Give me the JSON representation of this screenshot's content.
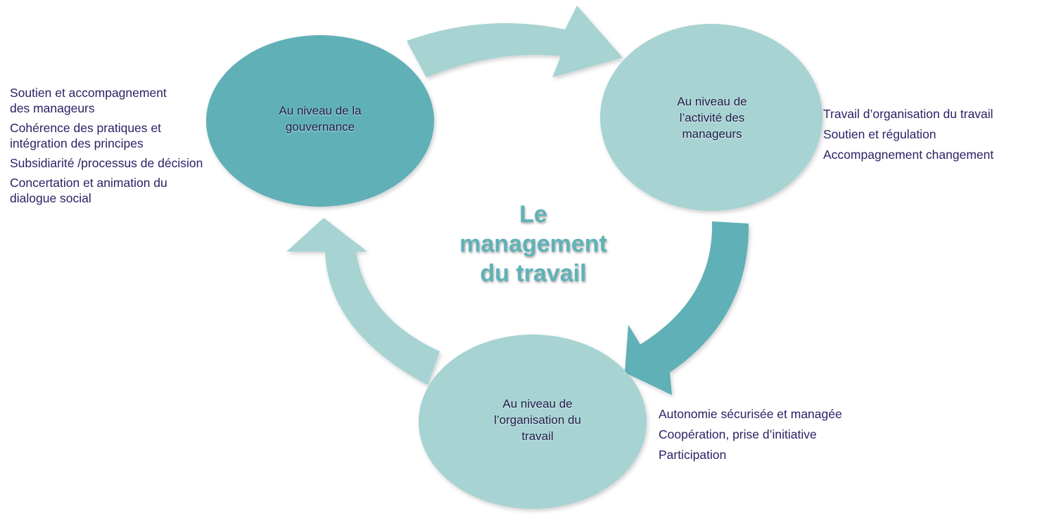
{
  "center_title": [
    "Le",
    "management",
    "du travail"
  ],
  "nodes": {
    "governance": {
      "label": [
        "Au niveau de la",
        "gouvernance"
      ],
      "items": [
        "Soutien et accompagnement",
        "des manageurs",
        "Cohérence des pratiques et",
        "intégration des principes",
        "Subsidiarité /processus de décision",
        "Concertation et animation du",
        "dialogue social"
      ]
    },
    "managers": {
      "label": [
        "Au niveau de",
        "l’activité des",
        "manageurs"
      ],
      "items": [
        "Travail d’organisation du travail",
        "Soutien et régulation",
        "Accompagnement changement"
      ]
    },
    "organisation": {
      "label": [
        "Au niveau de",
        "l’organisation du",
        "travail"
      ],
      "items": [
        "Autonomie sécurisée et managée",
        "Coopération, prise d’initiative",
        "Participation"
      ]
    }
  },
  "colors": {
    "dark_teal": "#5fb0b7",
    "light_teal": "#a7d3d2",
    "label_text": "#1f1d4a",
    "list_text": "#2a2266",
    "center_text": "#5fb2b8"
  }
}
